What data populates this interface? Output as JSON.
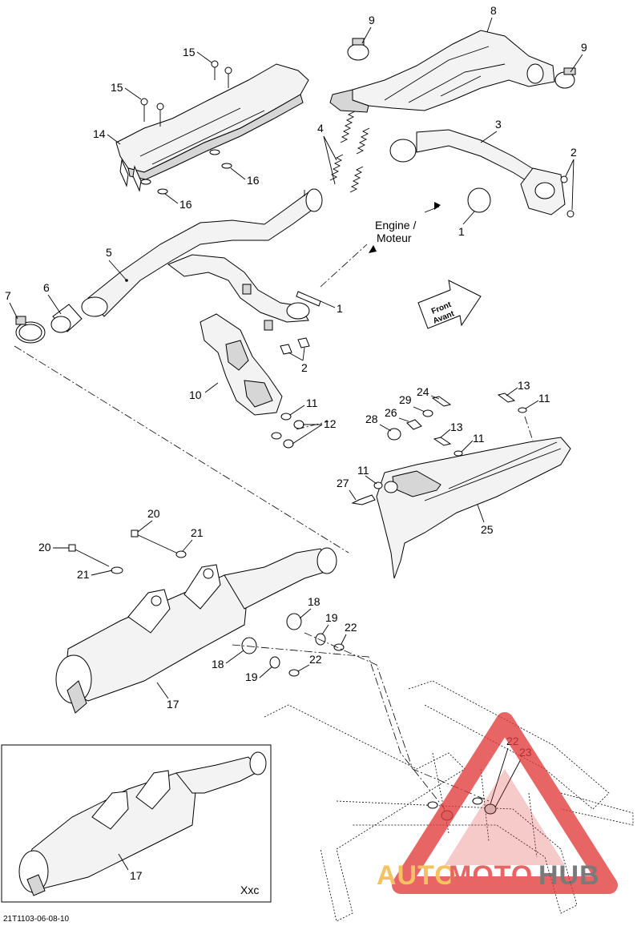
{
  "diagram": {
    "callouts": [
      "1",
      "1",
      "1",
      "2",
      "2",
      "2",
      "3",
      "4",
      "5",
      "6",
      "7",
      "8",
      "9",
      "9",
      "10",
      "11",
      "11",
      "11",
      "11",
      "11",
      "12",
      "13",
      "13",
      "14",
      "15",
      "15",
      "16",
      "16",
      "17",
      "17",
      "18",
      "18",
      "19",
      "19",
      "20",
      "20",
      "21",
      "21",
      "22",
      "22",
      "22",
      "23",
      "24",
      "25",
      "26",
      "27",
      "28",
      "29"
    ],
    "engine_label_line1": "Engine /",
    "engine_label_line2": "Moteur",
    "front_label_line1": "Front",
    "front_label_line2": "Avant",
    "inset_label": "Xxc",
    "drawing_id": "21T1103-06-08-10"
  },
  "watermark": {
    "part1": "AUTO",
    "part2": "MOTO",
    "part3": "HUB",
    "color_gold": "#f2b233",
    "color_red": "#e23b3b",
    "color_dark": "#555555"
  }
}
